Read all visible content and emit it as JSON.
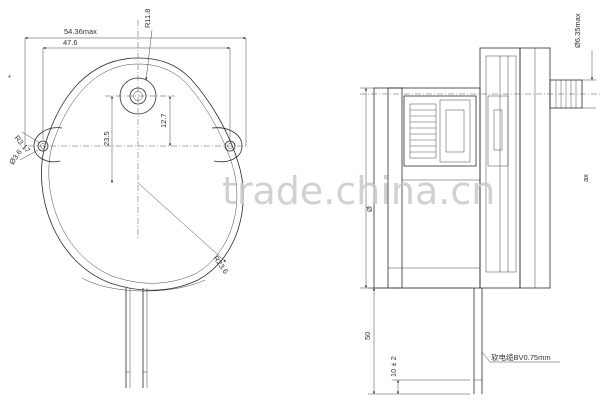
{
  "watermark": "trade.china.cn",
  "front_view": {
    "dims": {
      "overall_width": "54.36max",
      "hole_spacing": "47.6",
      "top_boss_radius": "R11.8",
      "ear_radius": "R3.17",
      "hole_diameter": "Ø3.6",
      "center_to_holes": "23.5",
      "boss_to_holes": "12.7",
      "body_radius": "R23.6"
    }
  },
  "side_view": {
    "dims": {
      "shaft_diameter": "Ø6.35max",
      "body_diameter": "Ø",
      "right_partial": "ax",
      "wire_length": "50",
      "wire_strip": "10 ± 2"
    },
    "wire_note": "软电缆BV0.75mm"
  },
  "marker": "*"
}
